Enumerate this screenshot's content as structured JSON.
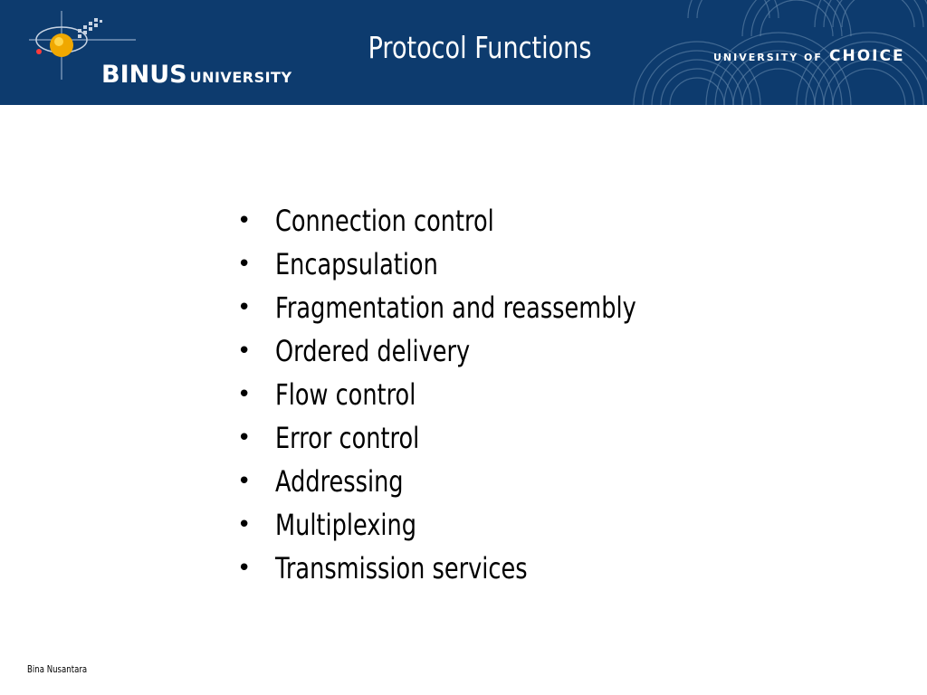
{
  "header": {
    "logo": {
      "word_big": "BINUS",
      "word_small": "UNIVERSITY",
      "icon": "binus-globe-logo-icon"
    },
    "title": "Protocol Functions",
    "tagline": {
      "part1": "UNIVERSITY OF",
      "part2": "CHOICE"
    },
    "background_color": "#0d3b6e"
  },
  "main": {
    "bullet_symbol": "•",
    "items": [
      "Connection control",
      "Encapsulation",
      "Fragmentation and reassembly",
      "Ordered delivery",
      "Flow control",
      "Error control",
      "Addressing",
      "Multiplexing",
      "Transmission services"
    ]
  },
  "footer": {
    "text": "Bina Nusantara"
  }
}
